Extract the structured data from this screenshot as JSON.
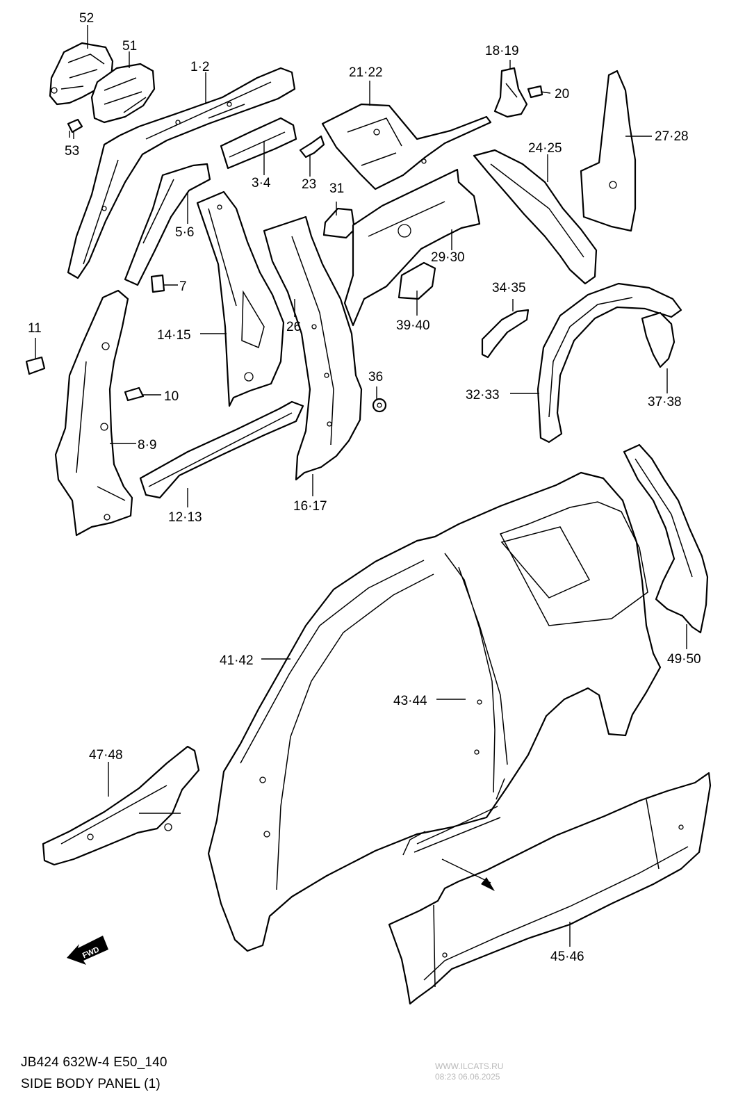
{
  "diagram": {
    "labels": [
      "52",
      "51",
      "1·2",
      "53",
      "3·4",
      "23",
      "21·22",
      "18·19",
      "20",
      "24·25",
      "27·28",
      "5·6",
      "31",
      "29·30",
      "7",
      "14·15",
      "26",
      "39·40",
      "34·35",
      "11",
      "10",
      "36",
      "8·9",
      "32·33",
      "37·38",
      "12·13",
      "16·17",
      "41·42",
      "43·44",
      "49·50",
      "47·48",
      "45·46"
    ],
    "fwd_badge": "FWD"
  },
  "footer": {
    "code": "JB424 632W-4 E50_140",
    "title": "SIDE BODY PANEL (1)"
  },
  "watermark": {
    "site": "WWW.ILCATS.RU",
    "timestamp": "08:23 06.06.2025"
  }
}
